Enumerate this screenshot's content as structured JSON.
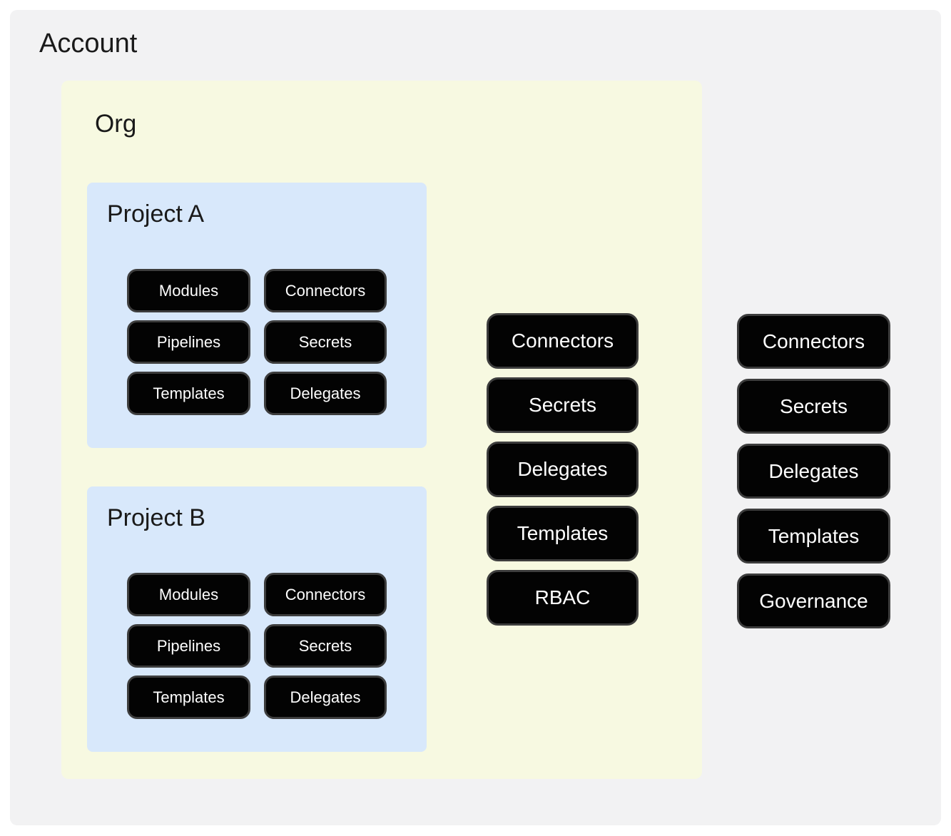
{
  "account": {
    "title": "Account",
    "resources": [
      "Connectors",
      "Secrets",
      "Delegates",
      "Templates",
      "Governance"
    ],
    "org": {
      "title": "Org",
      "resources": [
        "Connectors",
        "Secrets",
        "Delegates",
        "Templates",
        "RBAC"
      ],
      "projects": [
        {
          "title": "Project A",
          "resources": [
            "Modules",
            "Connectors",
            "Pipelines",
            "Secrets",
            "Templates",
            "Delegates"
          ]
        },
        {
          "title": "Project B",
          "resources": [
            "Modules",
            "Connectors",
            "Pipelines",
            "Secrets",
            "Templates",
            "Delegates"
          ]
        }
      ]
    }
  },
  "colors": {
    "page_bg": "#ffffff",
    "account_bg": "#f2f2f3",
    "org_bg": "#f7f9e1",
    "project_bg": "#d8e8fb",
    "pill_bg": "#030303",
    "pill_border": "#3d3d3d",
    "pill_text": "#ffffff",
    "title_text": "#1a1a1a"
  }
}
